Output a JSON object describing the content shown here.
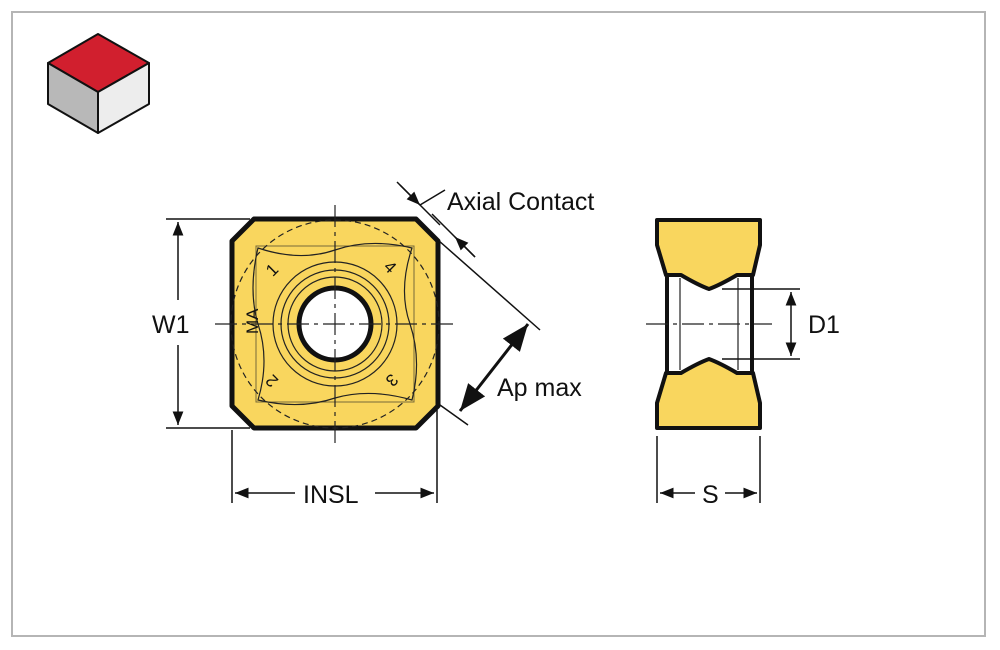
{
  "labels": {
    "w1": "W1",
    "insl": "INSL",
    "axial_contact": "Axial Contact",
    "ap_max": "Ap max",
    "d1": "D1",
    "s": "S",
    "edge_numbers": [
      "1",
      "2",
      "3",
      "4"
    ],
    "marking": "MA"
  },
  "colors": {
    "insert": "#F9D65E",
    "cube_top": "#D11F2E",
    "cube_left": "#B8B8B8",
    "cube_right": "#EDEDED",
    "outline": "#1a1a1a"
  },
  "icons": [
    "material-cube-icon"
  ]
}
